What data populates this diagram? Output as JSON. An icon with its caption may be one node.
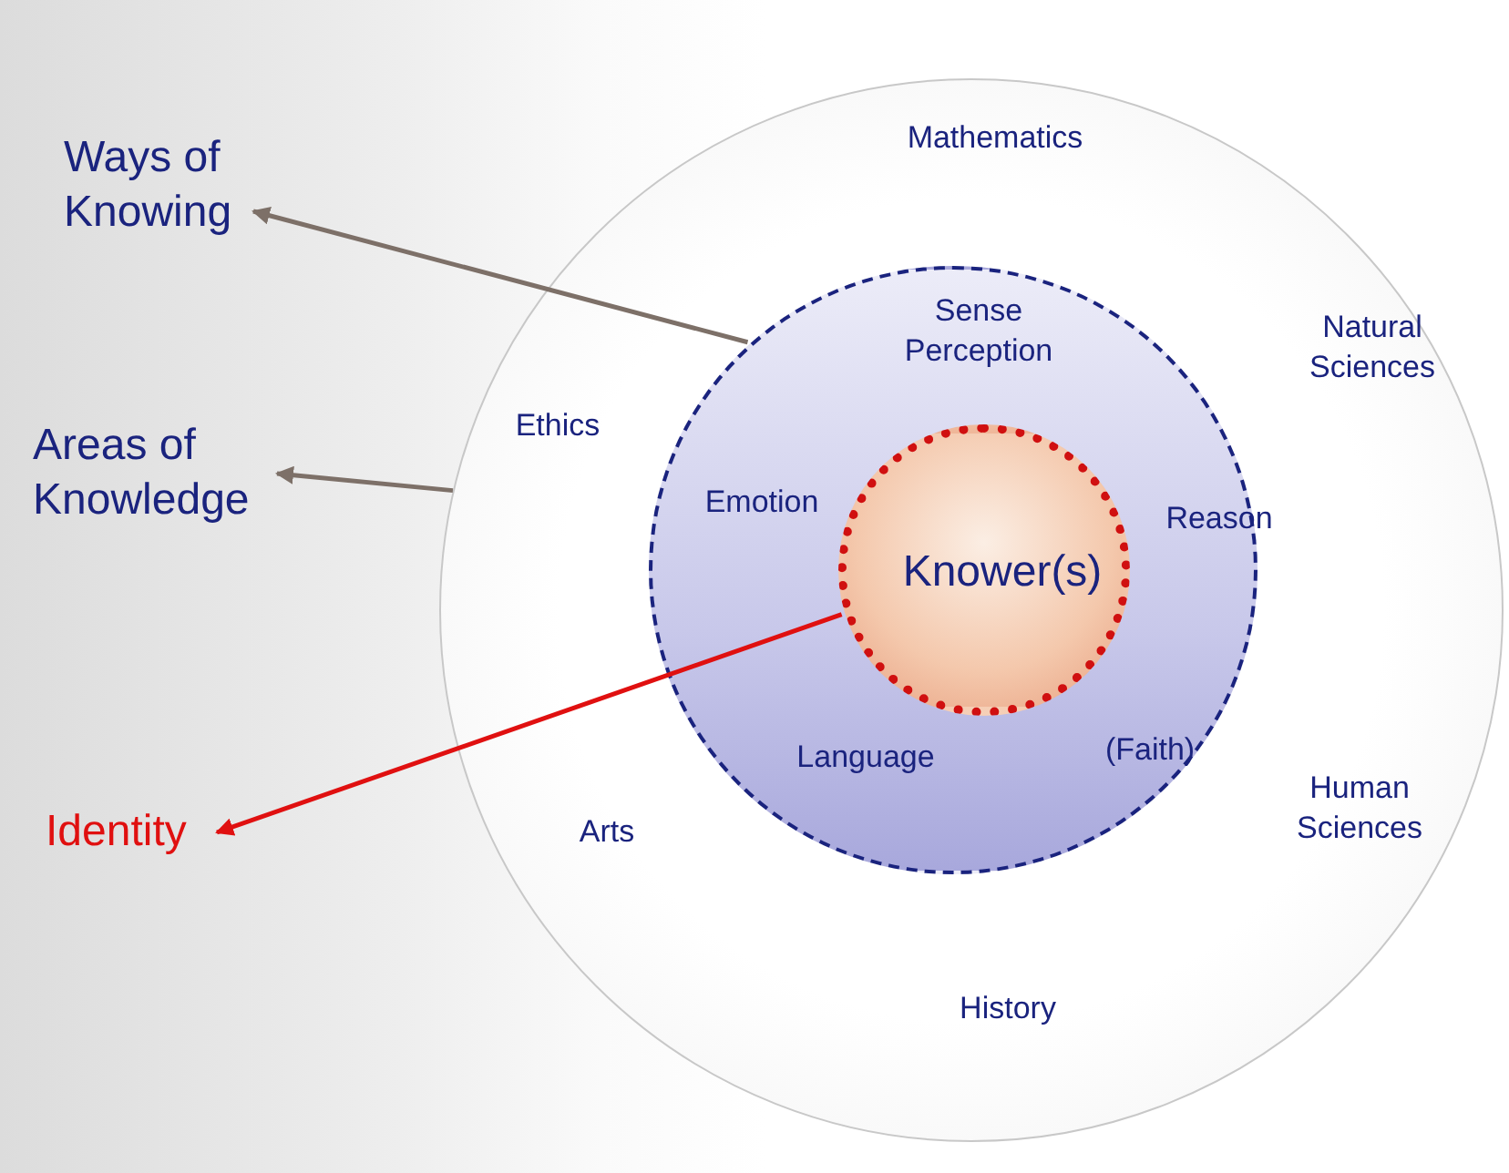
{
  "diagram": {
    "nodes": [
      {
        "text": [
          "Ways of Knowing"
        ]
      },
      {
        "text": [
          "Areas of Knowledge"
        ]
      },
      {
        "text": [
          "Identity"
        ]
      },
      {
        "text": [
          "Mathematics",
          "Natural Sciences",
          "Ethics",
          "Arts",
          "Human Sciences",
          "History"
        ]
      },
      {
        "text": [
          "Sense Perception",
          "Emotion",
          "Reason",
          "Language",
          "(Faith)"
        ],
        "in": 3
      },
      {
        "text": [
          "Knower(s)"
        ],
        "in": 4
      }
    ],
    "edges": [
      {
        "from": 4,
        "to": 0,
        "arrow": "to"
      },
      {
        "from": 3,
        "to": 1,
        "arrow": "to"
      },
      {
        "from": 5,
        "to": 2,
        "arrow": "to",
        "color": "#e01010"
      }
    ]
  }
}
